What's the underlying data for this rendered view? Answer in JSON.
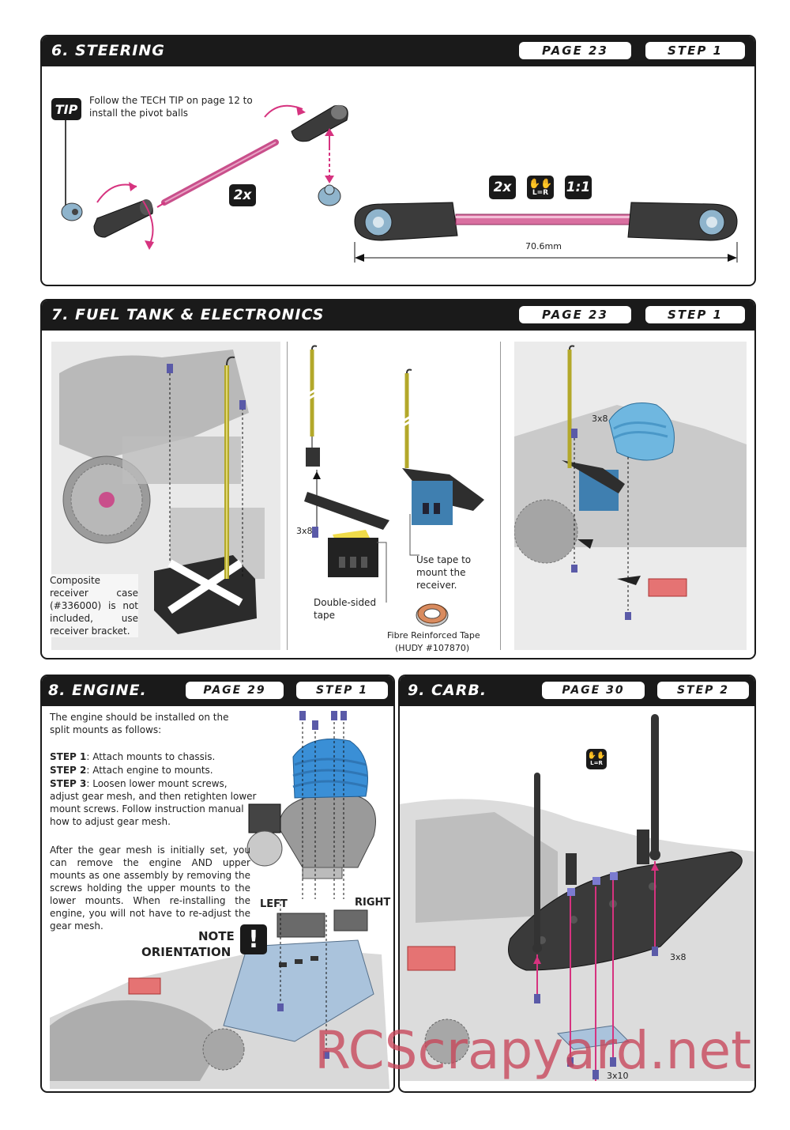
{
  "sections": {
    "steering": {
      "title": "6. STEERING",
      "page": "PAGE 23",
      "step": "STEP 1",
      "tip_label": "TIP",
      "tip_text": "Follow the TECH TIP on page 12 to install the pivot balls",
      "qty_left": "2x",
      "qty_right": "2x",
      "scale": "1:1",
      "lr_label": "L=R",
      "length": "70.6mm"
    },
    "fuel": {
      "title": "7. FUEL TANK & ELECTRONICS",
      "page": "PAGE 23",
      "step": "STEP 1",
      "receiver_note": "Composite receiver case (#336000) is not included, use receiver bracket.",
      "screw_a": "3x8",
      "screw_b": "3x8",
      "double_sided": "Double-sided tape",
      "use_tape": "Use tape to mount the receiver.",
      "fibre_tape": "Fibre Reinforced Tape",
      "fibre_tape_part": "(HUDY #107870)"
    },
    "engine": {
      "title": "8. ENGINE.",
      "page": "PAGE 29",
      "step": "STEP 1",
      "intro": "The engine should be installed on the split mounts as follows:",
      "step1_label": "STEP 1",
      "step1_text": ": Attach mounts to chassis.",
      "step2_label": "STEP 2",
      "step2_text": ": Attach engine to mounts.",
      "step3_label": "STEP 3",
      "step3_text": ": Loosen lower mount screws, adjust gear mesh, and then retighten lower mount screws. Follow instruction manual how to adjust gear mesh.",
      "after_text": "After the gear mesh is initially set, you can remove the engine AND upper mounts as one assembly by removing the screws holding the upper mounts to the lower mounts. When re-installing the engine, you will not have to re-adjust the gear mesh.",
      "left": "LEFT",
      "right": "RIGHT",
      "note1": "NOTE",
      "note2": "ORIENTATION"
    },
    "carb": {
      "title": "9. CARB.",
      "page": "PAGE 30",
      "step": "STEP 2",
      "lr_label": "L=R",
      "screw_a": "3x8",
      "screw_b": "3x10"
    }
  },
  "watermark": "RCScrapyard.net",
  "colors": {
    "header": "#1a1a1a",
    "pink": "#d6337f",
    "rod_pink": "#d96fa0",
    "engine_blue": "#3a8fd6",
    "watermark": "#c8465a"
  }
}
